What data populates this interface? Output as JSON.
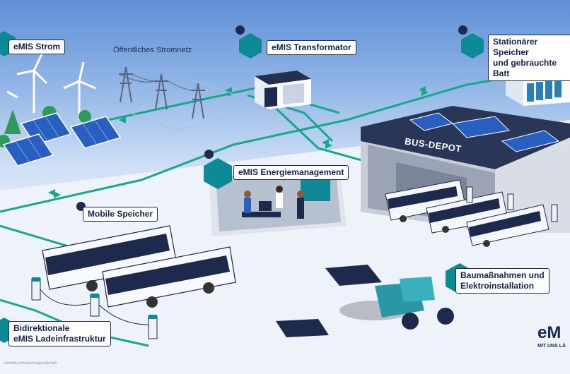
{
  "labels": {
    "strom": "eMIS Strom",
    "netz": "Öffentliches Stromnetz",
    "transformator": "eMIS Transformator",
    "speicher_line1": "Stationärer Speicher",
    "speicher_line2": "und gebrauchte Batt",
    "energiemanagement": "eMIS Energiemanagement",
    "depot": "BUS-DEPOT",
    "mobile": "Mobile Speicher",
    "bidir_line1": "Bidirektionale",
    "bidir_line2": "eMIS Ladeinfrastruktur",
    "bau_line1": "Baumaßnahmen und",
    "bau_line2": "Elektroinstallation"
  },
  "logo": {
    "brand": "eM",
    "tagline": "MIT UNS LÄ"
  },
  "footer": "eMobility Infrastrukturgesellschaft",
  "colors": {
    "accent": "#0e8a96",
    "cable": "#1fae8a",
    "navy": "#1d2a4d"
  }
}
